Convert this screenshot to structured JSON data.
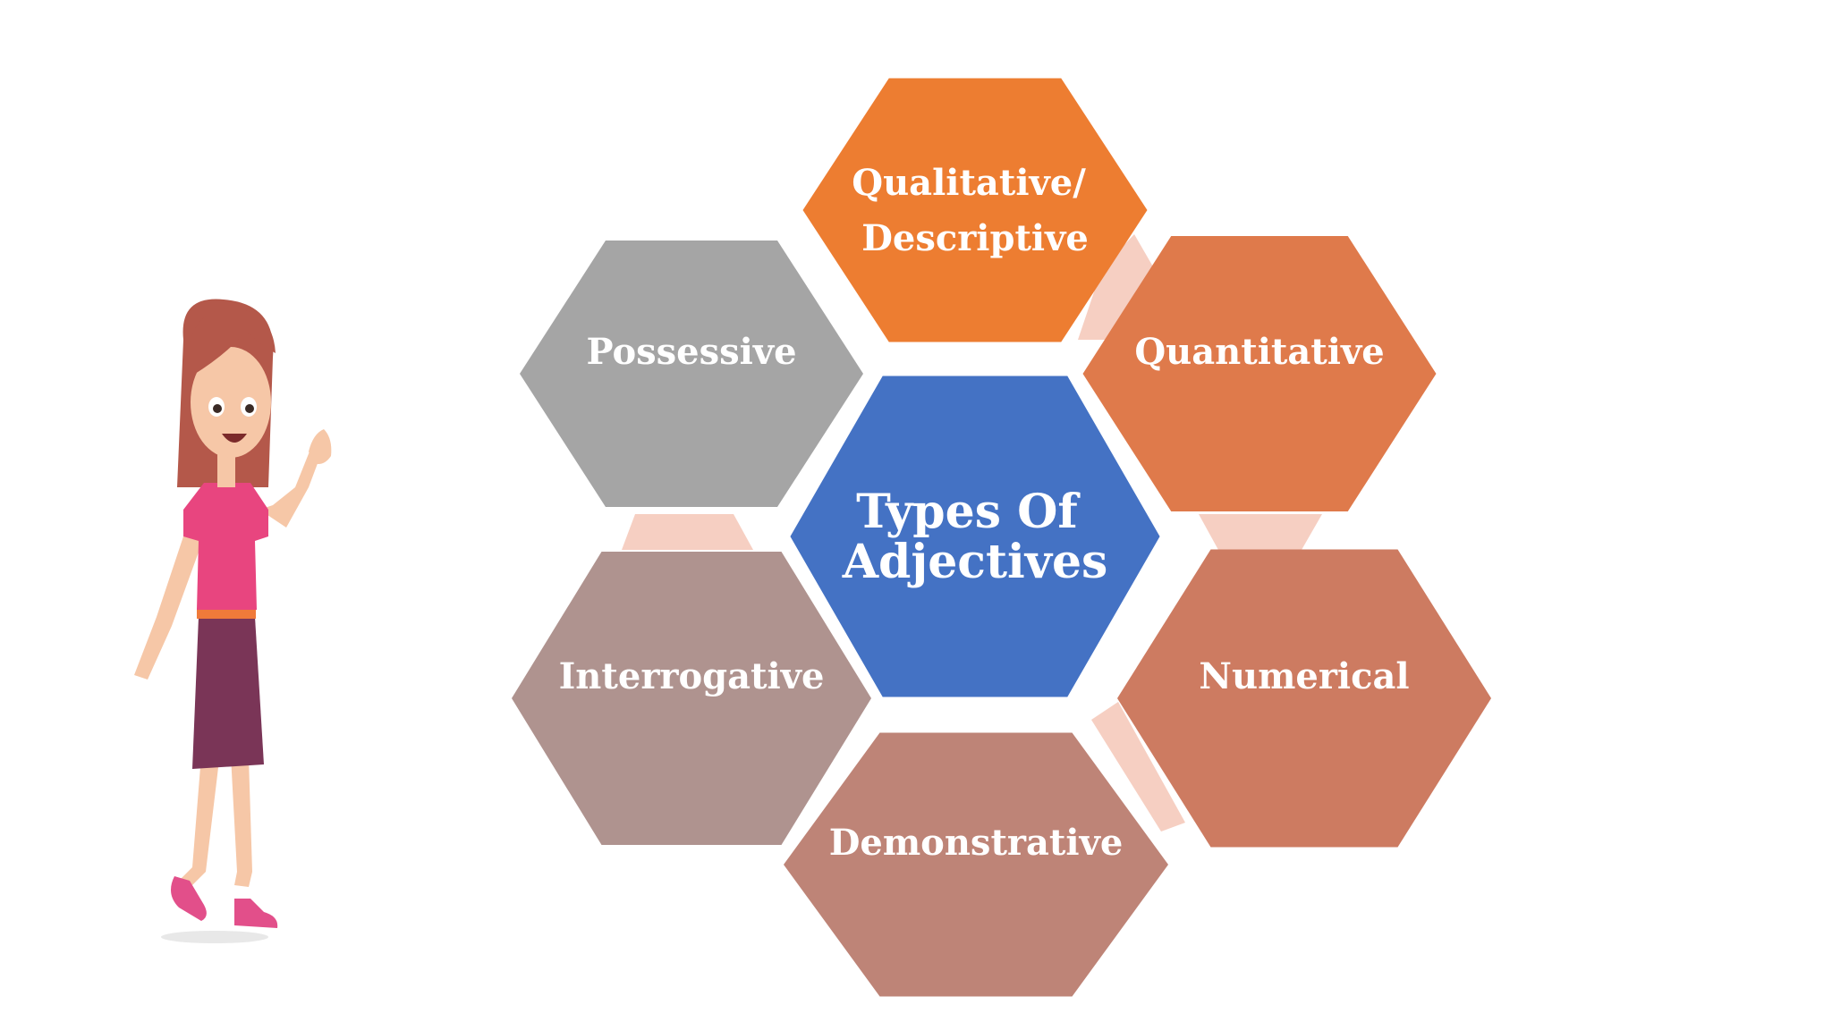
{
  "center": {
    "lines": [
      "Types Of",
      "Adjectives"
    ],
    "color": "#4472c4"
  },
  "categories": [
    {
      "id": "qualitative",
      "lines": [
        "Qualitative/",
        "Descriptive"
      ],
      "color": "#ed7d31"
    },
    {
      "id": "quantitative",
      "lines": [
        "Quantitative"
      ],
      "color": "#df7a4b"
    },
    {
      "id": "numerical",
      "lines": [
        "Numerical"
      ],
      "color": "#cd7b61"
    },
    {
      "id": "demonstrative",
      "lines": [
        "Demonstrative"
      ],
      "color": "#be8477"
    },
    {
      "id": "interrogative",
      "lines": [
        "Interrogative"
      ],
      "color": "#af938f"
    },
    {
      "id": "possessive",
      "lines": [
        "Possessive"
      ],
      "color": "#a5a5a5"
    }
  ],
  "connector_color": "#f6cfc2",
  "illustration": {
    "hair": "#b4584a",
    "skin": "#f6c7a7",
    "shirt": "#e8457f",
    "skirt": "#7a3557",
    "belt": "#f07a3a",
    "shoes": "#e24f8a"
  }
}
